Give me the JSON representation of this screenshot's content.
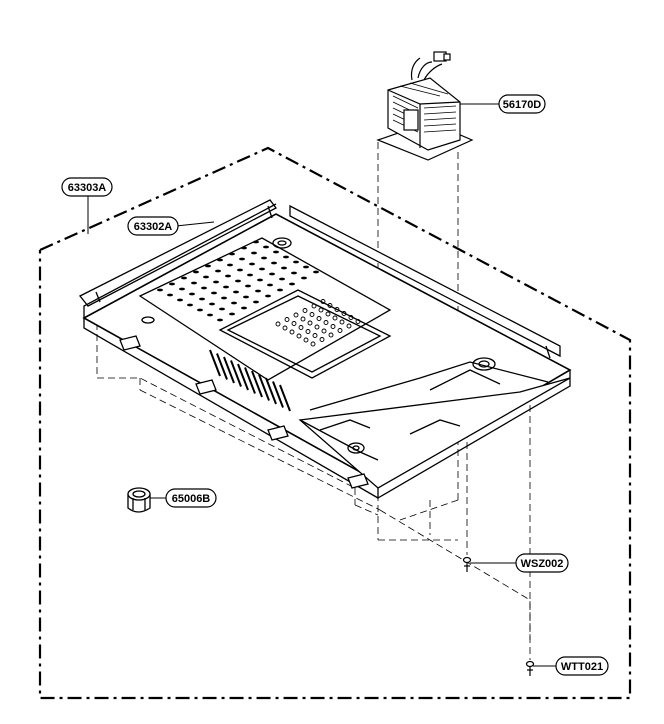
{
  "labels": {
    "transformer": "56170D",
    "outer_cover": "63303A",
    "base_plate": "63302A",
    "foot": "65006B",
    "screw_1": "WSZ002",
    "screw_2": "WTT021"
  },
  "colors": {
    "line": "#000000",
    "background": "#ffffff"
  }
}
